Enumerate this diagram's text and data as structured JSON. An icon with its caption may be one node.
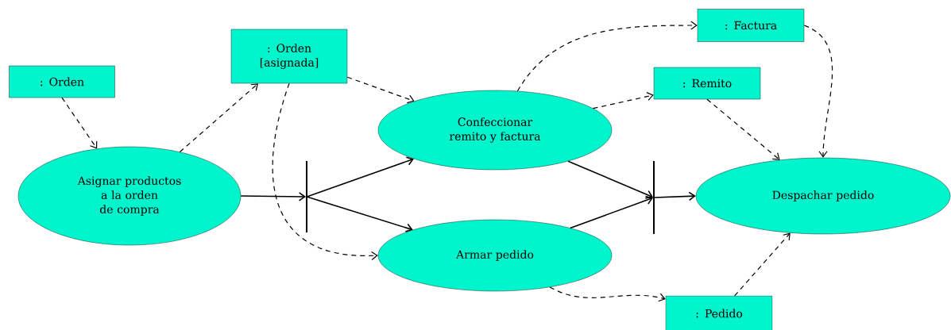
{
  "diagram": {
    "nodes": [
      {
        "text": [
          ": Orden"
        ]
      },
      {
        "text": [
          ": Orden [asignada]"
        ]
      },
      {
        "text": [
          "Asignar productos a la orden de compra"
        ]
      },
      {
        "text": [],
        "shape": "bar"
      },
      {
        "text": [
          "Confeccionar remito y factura"
        ]
      },
      {
        "text": [
          "Armar pedido"
        ]
      },
      {
        "text": [
          ": Factura"
        ]
      },
      {
        "text": [
          ": Remito"
        ]
      },
      {
        "text": [],
        "shape": "bar"
      },
      {
        "text": [
          "Despachar pedido"
        ]
      },
      {
        "text": [
          ": Pedido"
        ]
      }
    ],
    "edges": [
      {
        "from": 0,
        "to": 2,
        "arrow": "to",
        "style": "dashed"
      },
      {
        "from": 2,
        "to": 1,
        "arrow": "to",
        "style": "dashed"
      },
      {
        "from": 1,
        "to": 4,
        "arrow": "to",
        "style": "dashed"
      },
      {
        "from": 1,
        "to": 5,
        "arrow": "to",
        "style": "dashed"
      },
      {
        "from": 2,
        "to": 3,
        "arrow": "to"
      },
      {
        "from": 3,
        "to": 4,
        "arrow": "to"
      },
      {
        "from": 3,
        "to": 5,
        "arrow": "to"
      },
      {
        "from": 4,
        "to": 8,
        "arrow": "to"
      },
      {
        "from": 5,
        "to": 8,
        "arrow": "to"
      },
      {
        "from": 8,
        "to": 9,
        "arrow": "to"
      },
      {
        "from": 4,
        "to": 6,
        "arrow": "to",
        "style": "dashed"
      },
      {
        "from": 4,
        "to": 7,
        "arrow": "to",
        "style": "dashed"
      },
      {
        "from": 7,
        "to": 9,
        "arrow": "to",
        "style": "dashed"
      },
      {
        "from": 6,
        "to": 9,
        "arrow": "to",
        "style": "dashed"
      },
      {
        "from": 5,
        "to": 10,
        "arrow": "to",
        "style": "dashed"
      },
      {
        "from": 10,
        "to": 9,
        "arrow": "to",
        "style": "dashed"
      }
    ]
  }
}
